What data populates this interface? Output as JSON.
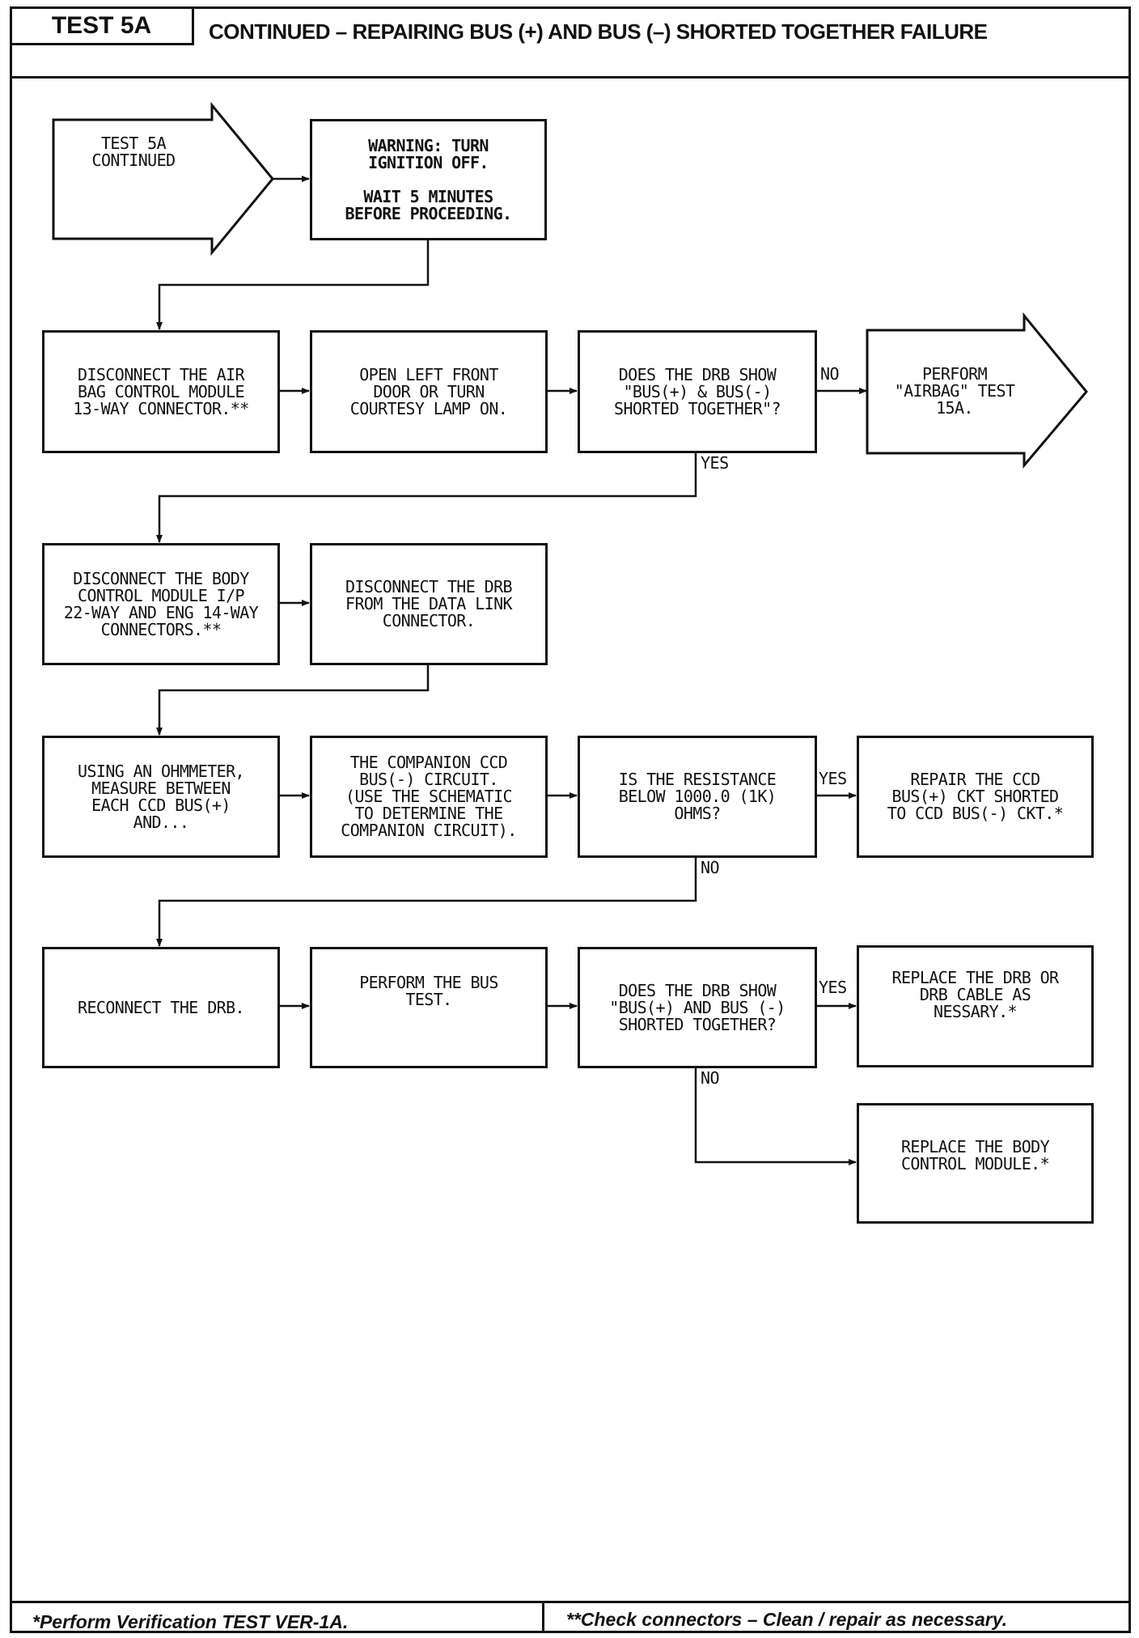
{
  "header": {
    "test_id": "TEST 5A",
    "title": "CONTINUED – REPAIRING BUS (+)  AND BUS (–) SHORTED TOGETHER FAILURE"
  },
  "flowchart": {
    "start": "TEST 5A\nCONTINUED",
    "warning": "WARNING: TURN\nIGNITION OFF.\n\nWAIT 5 MINUTES\nBEFORE PROCEEDING.",
    "row1": {
      "step1": "DISCONNECT THE AIR\nBAG CONTROL MODULE\n13-WAY CONNECTOR.**",
      "step2": "OPEN LEFT FRONT\nDOOR OR TURN\nCOURTESY LAMP ON.",
      "question": "DOES THE DRB SHOW\n\"BUS(+) & BUS(-)\nSHORTED TOGETHER\"?",
      "no_label": "NO",
      "no_result": "PERFORM\n\"AIRBAG\" TEST\n15A.",
      "yes_label": "YES"
    },
    "row2": {
      "step1": "DISCONNECT THE BODY\nCONTROL MODULE I/P\n22-WAY AND ENG 14-WAY\nCONNECTORS.**",
      "step2": "DISCONNECT THE DRB\nFROM THE DATA LINK\nCONNECTOR."
    },
    "row3": {
      "step1": "USING AN OHMMETER,\nMEASURE BETWEEN\nEACH CCD BUS(+)\nAND...",
      "step2": "THE COMPANION CCD\nBUS(-) CIRCUIT.\n(USE THE SCHEMATIC\nTO DETERMINE THE\nCOMPANION CIRCUIT).",
      "question": "IS THE RESISTANCE\nBELOW 1000.0 (1K)\nOHMS?",
      "yes_label": "YES",
      "yes_result": "REPAIR THE CCD\nBUS(+) CKT SHORTED\nTO CCD BUS(-) CKT.*",
      "no_label": "NO"
    },
    "row4": {
      "step1": "RECONNECT THE DRB.",
      "step2": "PERFORM THE BUS\nTEST.",
      "question": "DOES THE DRB SHOW\n\"BUS(+) AND BUS (-)\nSHORTED TOGETHER?",
      "yes_label": "YES",
      "yes_result": "REPLACE THE DRB OR\nDRB CABLE AS\nNESSARY.*",
      "no_label": "NO",
      "no_result": "REPLACE THE BODY\nCONTROL MODULE.*"
    }
  },
  "footer": {
    "left": "*Perform Verification TEST VER-1A.",
    "right": "**Check connectors  –  Clean / repair as necessary."
  }
}
